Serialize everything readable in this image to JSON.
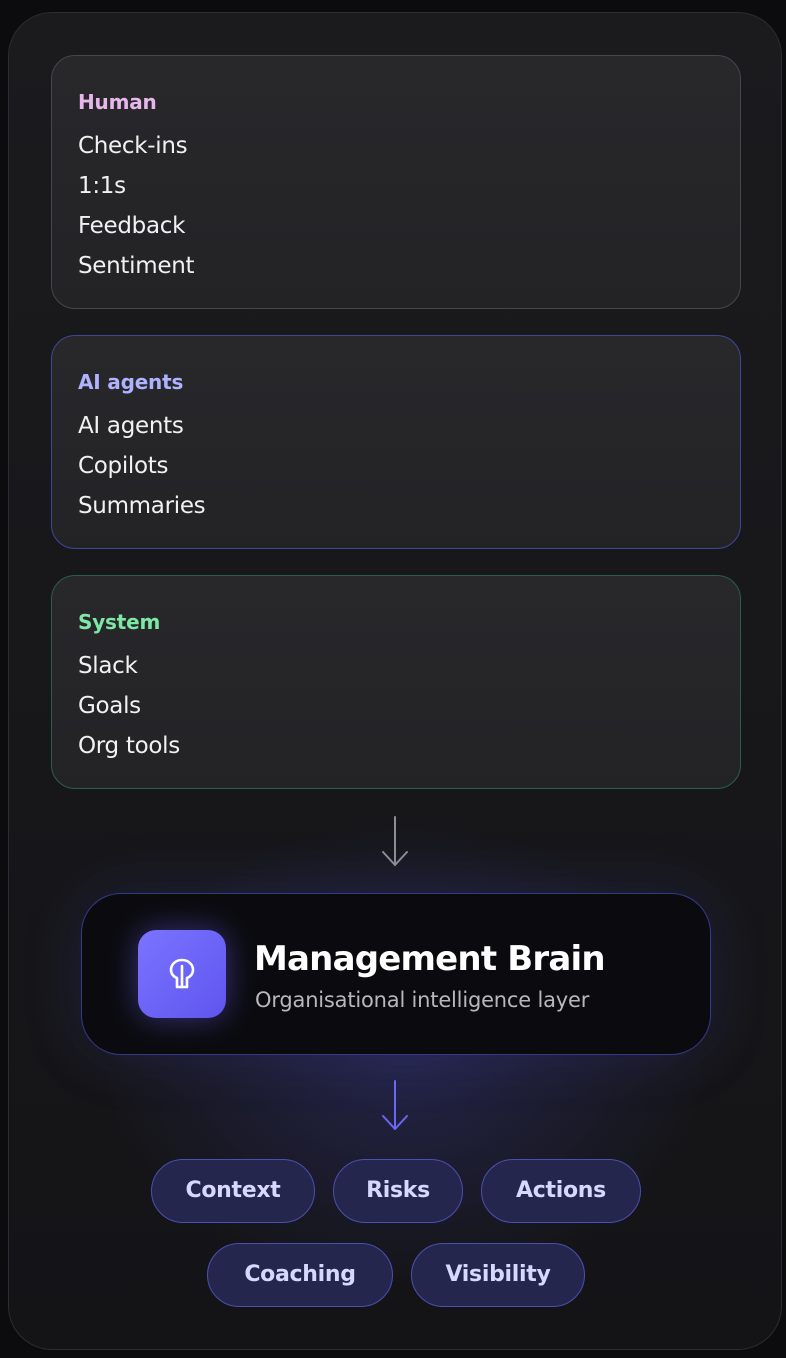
{
  "sources": [
    {
      "title": "Human",
      "items": [
        "Check-ins",
        "1:1s",
        "Feedback",
        "Sentiment"
      ]
    },
    {
      "title": "AI agents",
      "items": [
        "AI agents",
        "Copilots",
        "Summaries"
      ]
    },
    {
      "title": "System",
      "items": [
        "Slack",
        "Goals",
        "Org tools"
      ]
    }
  ],
  "brain": {
    "title": "Management Brain",
    "subtitle": "Organisational intelligence layer",
    "icon": "brain-icon"
  },
  "outputs": [
    "Context",
    "Risks",
    "Actions",
    "Coaching",
    "Visibility"
  ],
  "colors": {
    "human_accent": "#e7b6ec",
    "ai_accent": "#aeb2ff",
    "system_accent": "#7de7a5",
    "brand": "#6b63f5"
  }
}
